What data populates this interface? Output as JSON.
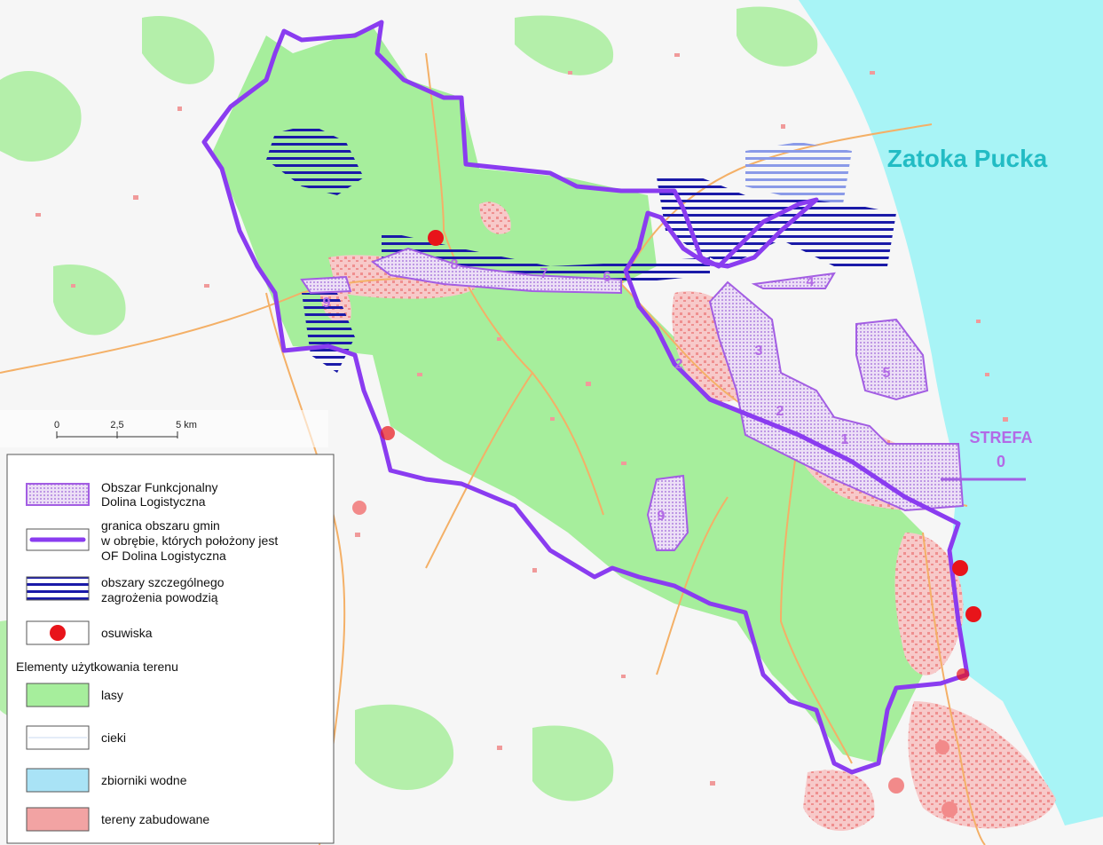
{
  "map": {
    "sea_label": "Zatoka Pucka",
    "strefa_label": "STREFA",
    "strefa_number": "0",
    "zone_numbers": [
      "1",
      "2",
      "2",
      "3",
      "4",
      "5",
      "6",
      "7",
      "8",
      "9",
      "9"
    ],
    "colors": {
      "sea": "#a8f4f6",
      "forest": "#a6ee9c",
      "builtup": "#f2a3a3",
      "boundary": "#8a3cf0",
      "zone_fill": "#e8d8f4",
      "flood": "#1a1aa8",
      "landslide": "#e8141a",
      "roads": "#f4b067",
      "zone_label": "#b36ae6",
      "sea_label": "#22bcc4"
    }
  },
  "scale": {
    "ticks": [
      "0",
      "2,5",
      "5 km"
    ]
  },
  "legend": {
    "items": [
      {
        "key": "zone",
        "label_lines": [
          "Obszar Funkcjonalny",
          "Dolina Logistyczna"
        ]
      },
      {
        "key": "boundary",
        "label_lines": [
          "granica obszaru gmin",
          "w obrębie, których położony jest",
          "OF Dolina Logistyczna"
        ]
      },
      {
        "key": "flood",
        "label_lines": [
          "obszary szczególnego",
          "zagrożenia powodzią"
        ]
      },
      {
        "key": "landslide",
        "label_lines": [
          "osuwiska"
        ]
      }
    ],
    "section_title": "Elementy użytkowania terenu",
    "land_use": [
      {
        "key": "forest",
        "label": "lasy"
      },
      {
        "key": "stream",
        "label": "cieki"
      },
      {
        "key": "water",
        "label": "zbiorniki wodne"
      },
      {
        "key": "builtup",
        "label": "tereny zabudowane"
      }
    ]
  }
}
